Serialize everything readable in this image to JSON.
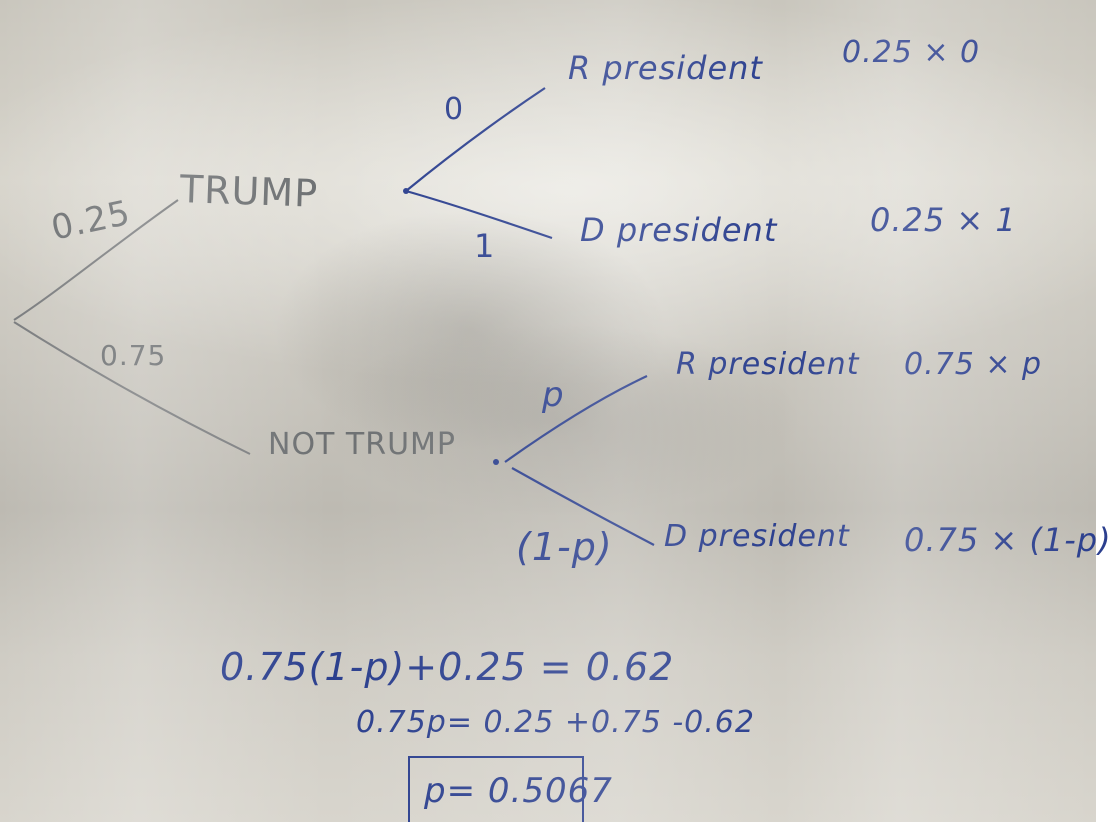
{
  "tree": {
    "branch_trump_prob": "0.25",
    "trump_label": "TRUMP",
    "branch_not_trump_prob": "0.75",
    "not_trump_label": "NOT TRUMP",
    "trump_r_prob": "0",
    "trump_d_prob": "1",
    "not_trump_r_prob": "p",
    "not_trump_d_prob": "(1-p)",
    "outcomes": [
      {
        "label": "R president",
        "product": "0.25 × 0"
      },
      {
        "label": "D president",
        "product": "0.25 × 1"
      },
      {
        "label": "R president",
        "product": "0.75 × p"
      },
      {
        "label": "D president",
        "product": "0.75 × (1-p)"
      }
    ]
  },
  "equations": {
    "line1": "0.75(1-p)+0.25 = 0.62",
    "line2": "0.75p= 0.25 +0.75 -0.62",
    "answer": "p= 0.5067"
  },
  "ink_colors": {
    "marker": "#2b3f8e",
    "pencil": "#6d7072"
  }
}
